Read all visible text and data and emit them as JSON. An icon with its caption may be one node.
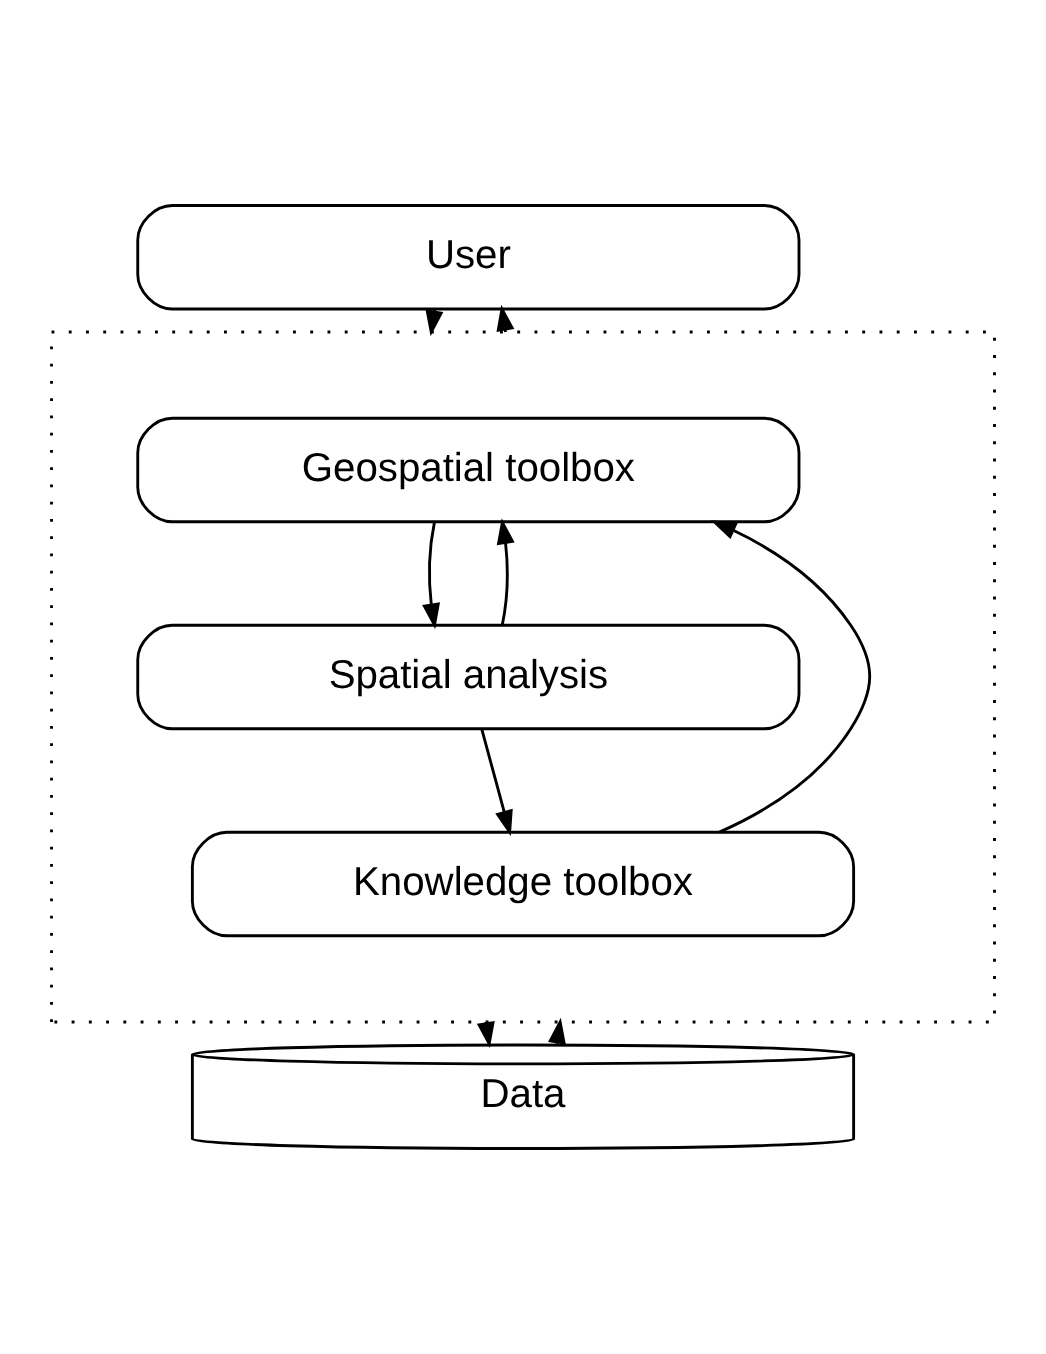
{
  "diagram": {
    "nodes": [
      {
        "text": [
          "User"
        ]
      },
      {
        "text": [],
        "shape": "box"
      },
      {
        "text": [
          "Geospatial toolbox"
        ],
        "in": 1
      },
      {
        "text": [
          "Spatial analysis"
        ],
        "in": 1
      },
      {
        "text": [
          "Knowledge toolbox"
        ],
        "in": 1
      },
      {
        "text": [
          "Data"
        ]
      }
    ],
    "edges": [
      {
        "from": 0,
        "to": 1,
        "arrow": "to"
      },
      {
        "from": 1,
        "to": 0,
        "arrow": "to"
      },
      {
        "from": 2,
        "to": 3,
        "arrow": "to"
      },
      {
        "from": 3,
        "to": 2,
        "arrow": "to"
      },
      {
        "from": 3,
        "to": 4,
        "arrow": "to"
      },
      {
        "from": 4,
        "to": 2,
        "arrow": "to"
      },
      {
        "from": 1,
        "to": 5,
        "arrow": "to"
      },
      {
        "from": 5,
        "to": 1,
        "arrow": "to"
      }
    ]
  }
}
